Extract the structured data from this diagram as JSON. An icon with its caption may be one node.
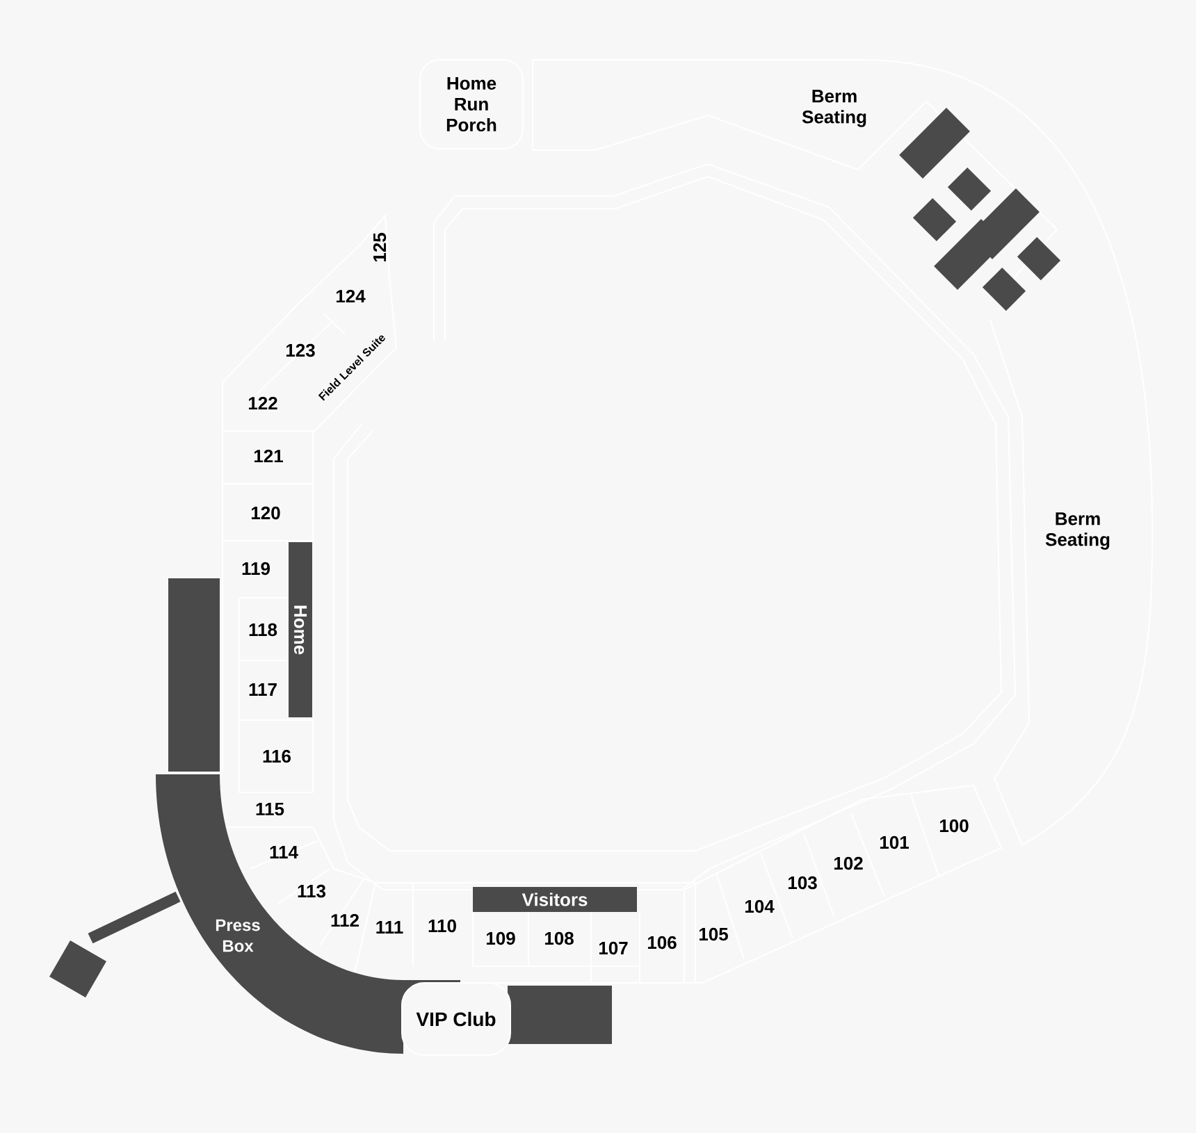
{
  "diagram": {
    "nodes": [
      {
        "text": [
          "Home Run Porch"
        ]
      },
      {
        "text": [
          "Berm Seating"
        ]
      },
      {
        "text": [
          "125"
        ]
      },
      {
        "text": [
          "124"
        ]
      },
      {
        "text": [
          "123"
        ]
      },
      {
        "text": [
          "Field Level Suite"
        ]
      },
      {
        "text": [
          "122"
        ]
      },
      {
        "text": [
          "121"
        ]
      },
      {
        "text": [
          "120"
        ]
      },
      {
        "text": [
          "Berm Seating"
        ]
      },
      {
        "text": [
          "119"
        ]
      },
      {
        "text": [
          "Home"
        ]
      },
      {
        "text": [
          "118"
        ]
      },
      {
        "text": [
          "117"
        ]
      },
      {
        "text": [
          "116"
        ]
      },
      {
        "text": [
          "115"
        ]
      },
      {
        "text": [
          "114"
        ]
      },
      {
        "text": [
          "113"
        ]
      },
      {
        "text": [
          "112"
        ]
      },
      {
        "text": [
          "111"
        ]
      },
      {
        "text": [
          "110"
        ]
      },
      {
        "text": [
          "Visitors"
        ]
      },
      {
        "text": [
          "109"
        ]
      },
      {
        "text": [
          "108"
        ]
      },
      {
        "text": [
          "107"
        ]
      },
      {
        "text": [
          "106"
        ]
      },
      {
        "text": [
          "105"
        ]
      },
      {
        "text": [
          "104"
        ]
      },
      {
        "text": [
          "103"
        ]
      },
      {
        "text": [
          "102"
        ]
      },
      {
        "text": [
          "101"
        ]
      },
      {
        "text": [
          "100"
        ]
      },
      {
        "text": [
          "Press Box"
        ]
      },
      {
        "text": [
          "VIP Club"
        ]
      }
    ]
  }
}
